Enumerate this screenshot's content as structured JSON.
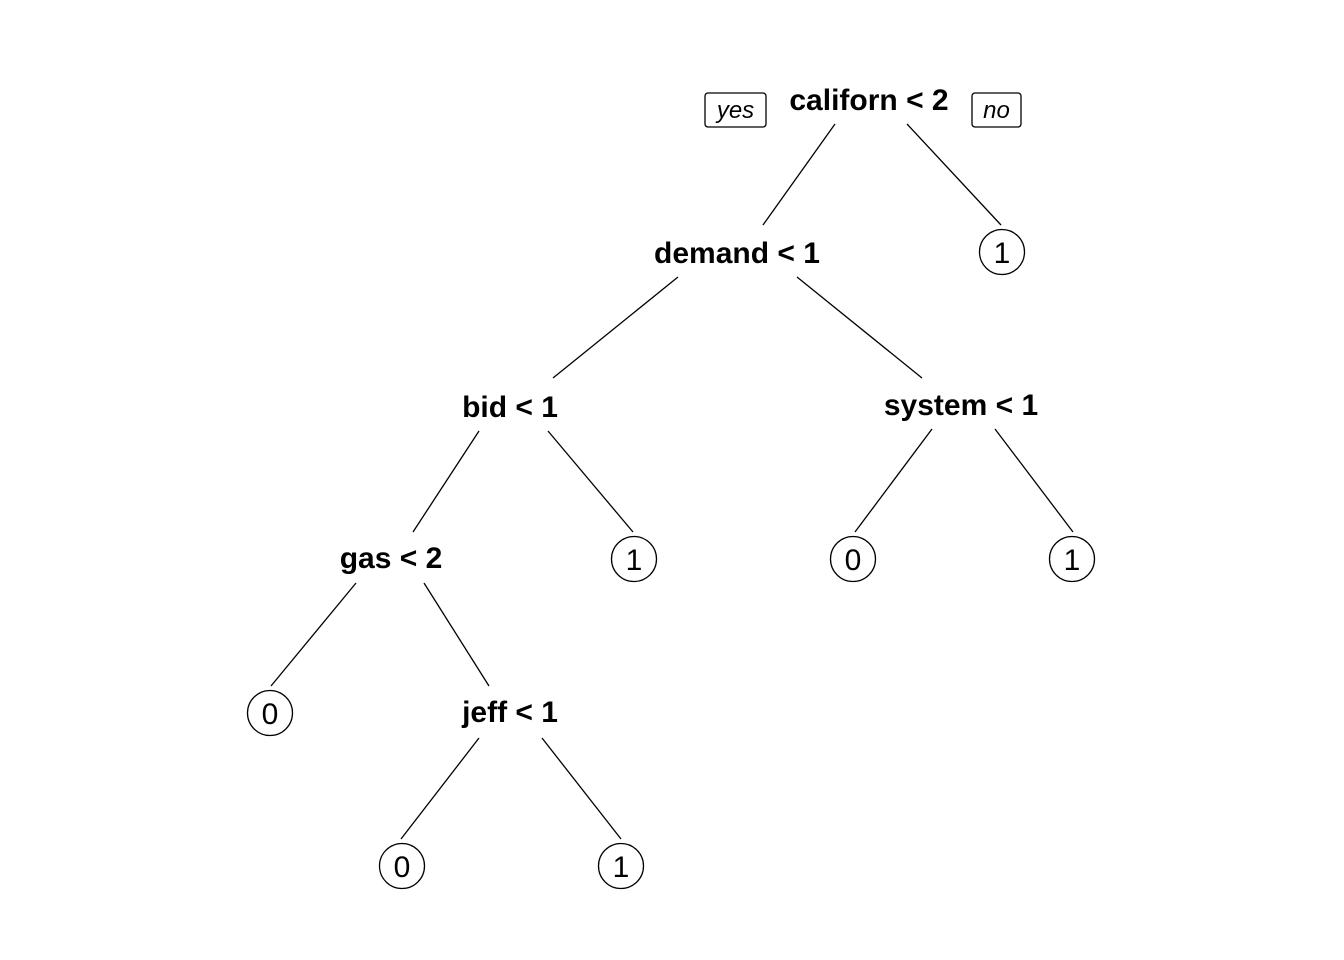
{
  "branch_labels": {
    "yes": "yes",
    "no": "no"
  },
  "nodes": [
    {
      "id": "root",
      "label": "californ < 2",
      "type": "split"
    },
    {
      "id": "demand",
      "label": "demand < 1",
      "type": "split",
      "parent": "root",
      "branch": "yes"
    },
    {
      "id": "leaf-root-no",
      "label": "1",
      "type": "leaf",
      "parent": "root",
      "branch": "no"
    },
    {
      "id": "bid",
      "label": "bid < 1",
      "type": "split",
      "parent": "demand",
      "branch": "yes"
    },
    {
      "id": "system",
      "label": "system < 1",
      "type": "split",
      "parent": "demand",
      "branch": "no"
    },
    {
      "id": "gas",
      "label": "gas < 2",
      "type": "split",
      "parent": "bid",
      "branch": "yes"
    },
    {
      "id": "leaf-bid-no",
      "label": "1",
      "type": "leaf",
      "parent": "bid",
      "branch": "no"
    },
    {
      "id": "leaf-system-yes",
      "label": "0",
      "type": "leaf",
      "parent": "system",
      "branch": "yes"
    },
    {
      "id": "leaf-system-no",
      "label": "1",
      "type": "leaf",
      "parent": "system",
      "branch": "no"
    },
    {
      "id": "leaf-gas-yes",
      "label": "0",
      "type": "leaf",
      "parent": "gas",
      "branch": "yes"
    },
    {
      "id": "jeff",
      "label": "jeff < 1",
      "type": "split",
      "parent": "gas",
      "branch": "no"
    },
    {
      "id": "leaf-jeff-yes",
      "label": "0",
      "type": "leaf",
      "parent": "jeff",
      "branch": "yes"
    },
    {
      "id": "leaf-jeff-no",
      "label": "1",
      "type": "leaf",
      "parent": "jeff",
      "branch": "no"
    }
  ]
}
